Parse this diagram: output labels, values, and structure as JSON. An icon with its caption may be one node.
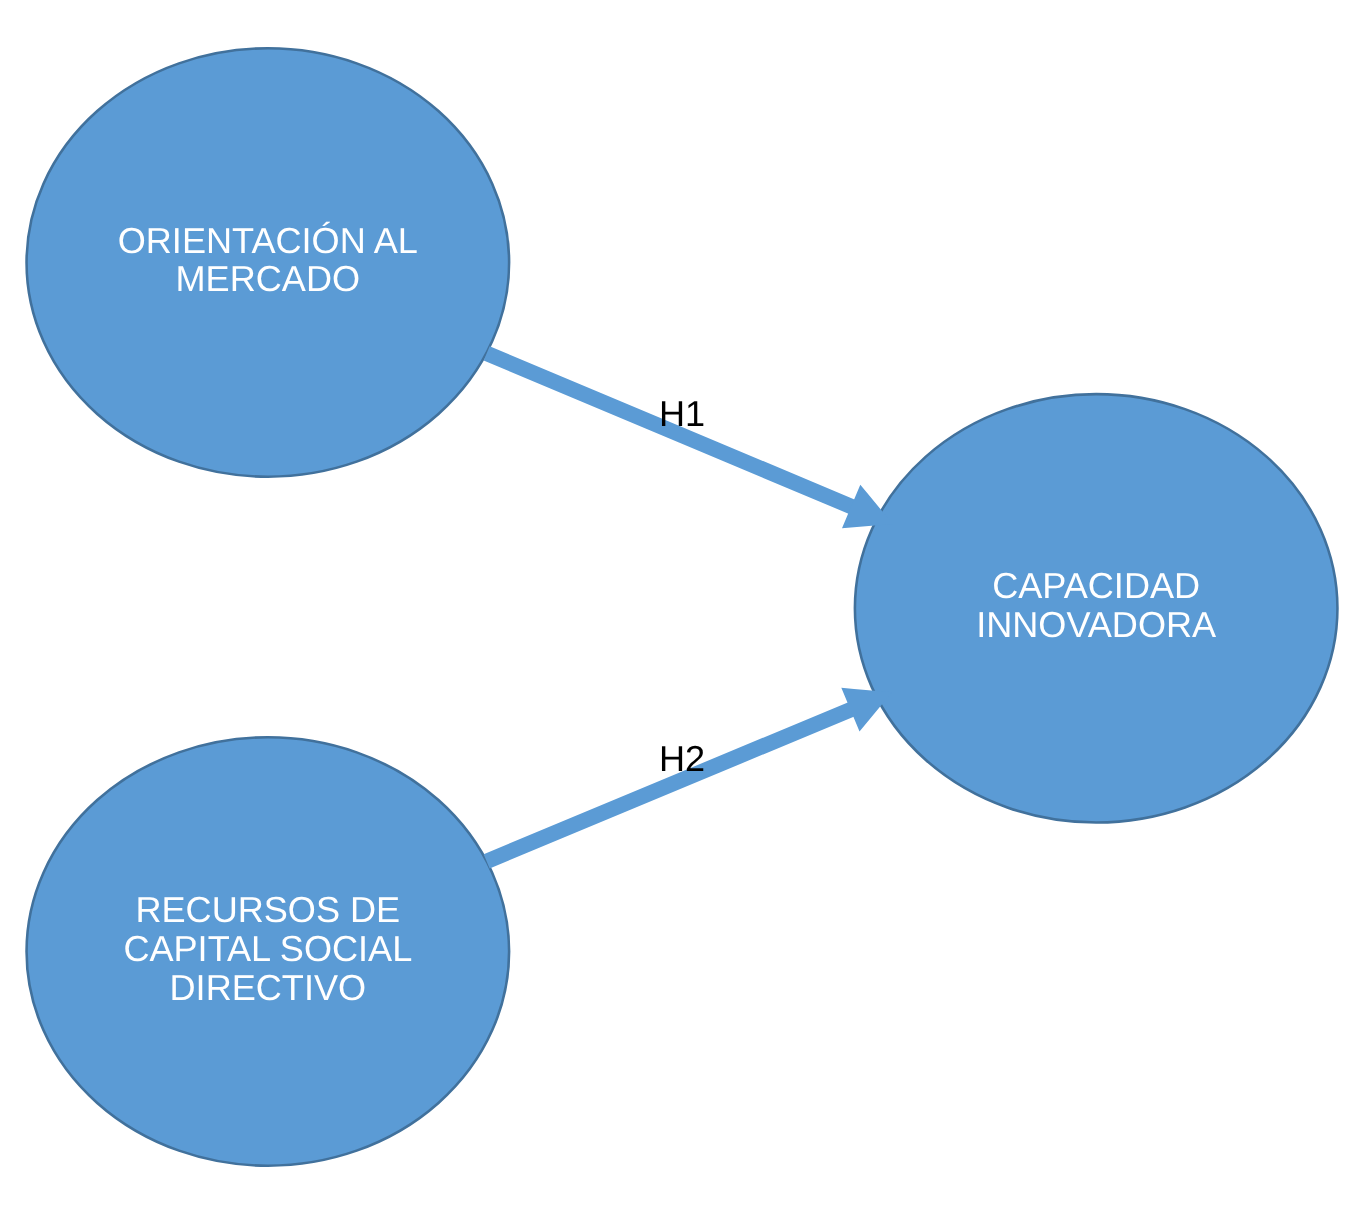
{
  "diagram": {
    "nodes": [
      {
        "text": [
          "ORIENTACIÓN AL MERCADO"
        ]
      },
      {
        "text": [
          "CAPACIDAD INNOVADORA"
        ]
      },
      {
        "text": [
          "RECURSOS DE CAPITAL SOCIAL DIRECTIVO"
        ]
      }
    ],
    "edges": [
      {
        "from": 0,
        "to": 1,
        "arrow": "to",
        "label": "H1"
      },
      {
        "from": 2,
        "to": 1,
        "arrow": "to",
        "label": "H2"
      }
    ]
  }
}
